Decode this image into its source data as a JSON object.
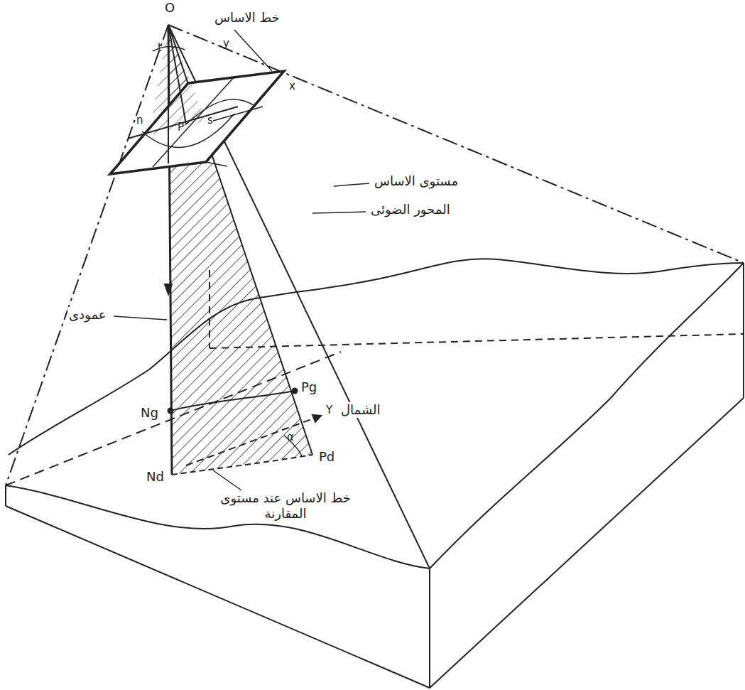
{
  "diagram": {
    "labels": [
      "O",
      "t",
      "y",
      "x",
      "n",
      "P",
      "s",
      "خط الاساس",
      "مستوى الاساس",
      "المحور الضوئى",
      "عمودى",
      "الشمال",
      "Y",
      "Ng",
      "Pg",
      "Nd",
      "Pd",
      "α",
      "خط الاساس عند مستوى المقارنة"
    ]
  }
}
